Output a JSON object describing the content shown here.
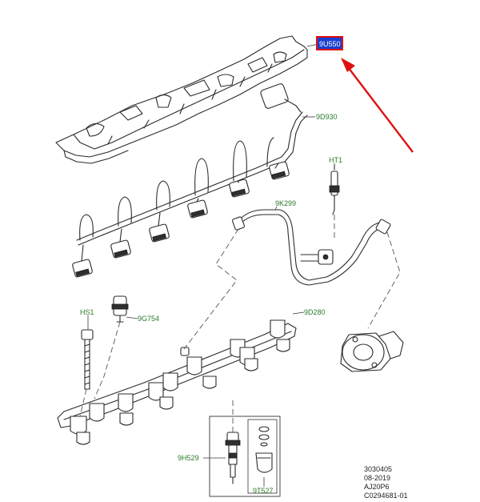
{
  "callouts": {
    "cover": "9U550",
    "wiring_harness": "9D930",
    "temp_sensor": "HT1",
    "fuel_line": "9K299",
    "bolt": "HS1",
    "pressure_sensor": "9G754",
    "fuel_rail": "9D280",
    "injector": "9H529",
    "seal_kit": "9T527"
  },
  "footer": {
    "line1": "3030405",
    "line2": "08-2019",
    "line3": "AJ20P6",
    "line4": "C0294681-01"
  },
  "colors": {
    "callout_text": "#2a7a2a",
    "highlight_box": "#e01010",
    "highlight_fill": "#1a3fd0",
    "arrow": "#e01010",
    "line_art": "#2b2b2b"
  }
}
